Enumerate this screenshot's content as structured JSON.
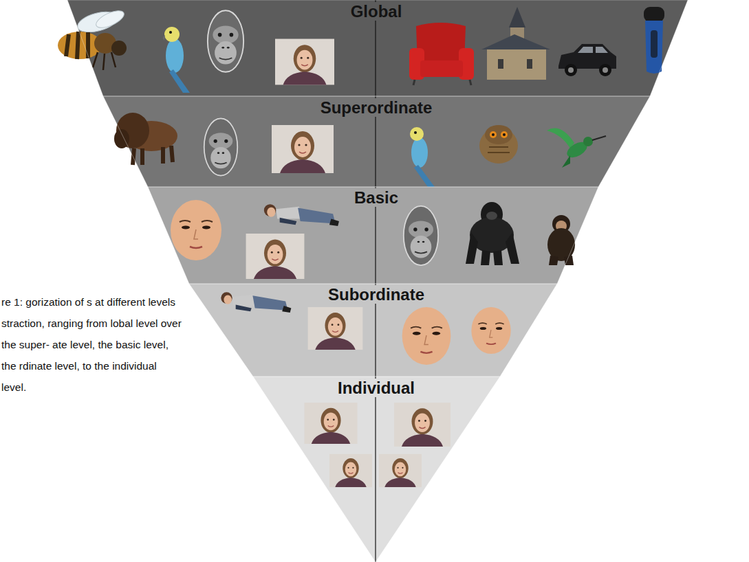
{
  "diagram": {
    "caption": "re 1: gorization of s at different levels straction, ranging from lobal level over the super- ate level, the basic level, the rdinate level, to the individual level.",
    "nodes": [
      {
        "text": [
          "Global"
        ]
      },
      {
        "text": [
          "Superordinate"
        ]
      },
      {
        "text": [
          "Basic"
        ]
      },
      {
        "text": [
          "Subordinate"
        ]
      },
      {
        "text": [
          "Individual"
        ]
      }
    ]
  }
}
